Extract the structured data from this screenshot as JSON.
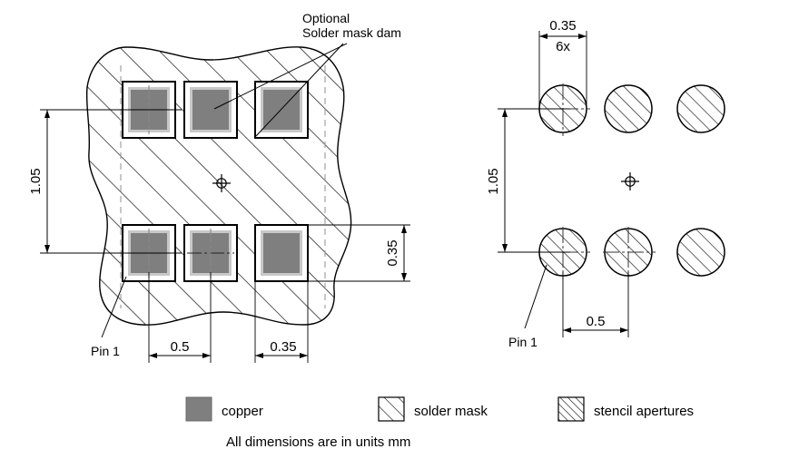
{
  "drawing": {
    "title_notes": {
      "optional_line1": "Optional",
      "optional_line2": "Solder mask dam"
    },
    "left_view": {
      "name": "land-pattern-view",
      "dimensions": {
        "vertical_pitch": "1.05",
        "horizontal_pitch": "0.5",
        "pad_width": "0.35",
        "pad_height": "0.35"
      },
      "pin1_label": "Pin 1"
    },
    "right_view": {
      "name": "stencil-aperture-view",
      "dimensions": {
        "aperture_diameter": "0.35",
        "aperture_count": "6x",
        "vertical_pitch": "1.05",
        "horizontal_pitch": "0.5"
      },
      "pin1_label": "Pin 1"
    },
    "legend": {
      "items": [
        {
          "swatch": "copper-swatch",
          "label": "copper"
        },
        {
          "swatch": "solder-mask-swatch",
          "label": "solder mask"
        },
        {
          "swatch": "stencil-aperture-swatch",
          "label": "stencil apertures"
        }
      ]
    },
    "footer_note": "All dimensions are in units mm",
    "colors": {
      "copper_fill": "#7f7f7f",
      "copper_inner_border": "#c8c8c8",
      "line": "#000000",
      "hatch": "#1a1a1a",
      "construction": "#555555",
      "hidden": "#9a9a9a"
    }
  }
}
